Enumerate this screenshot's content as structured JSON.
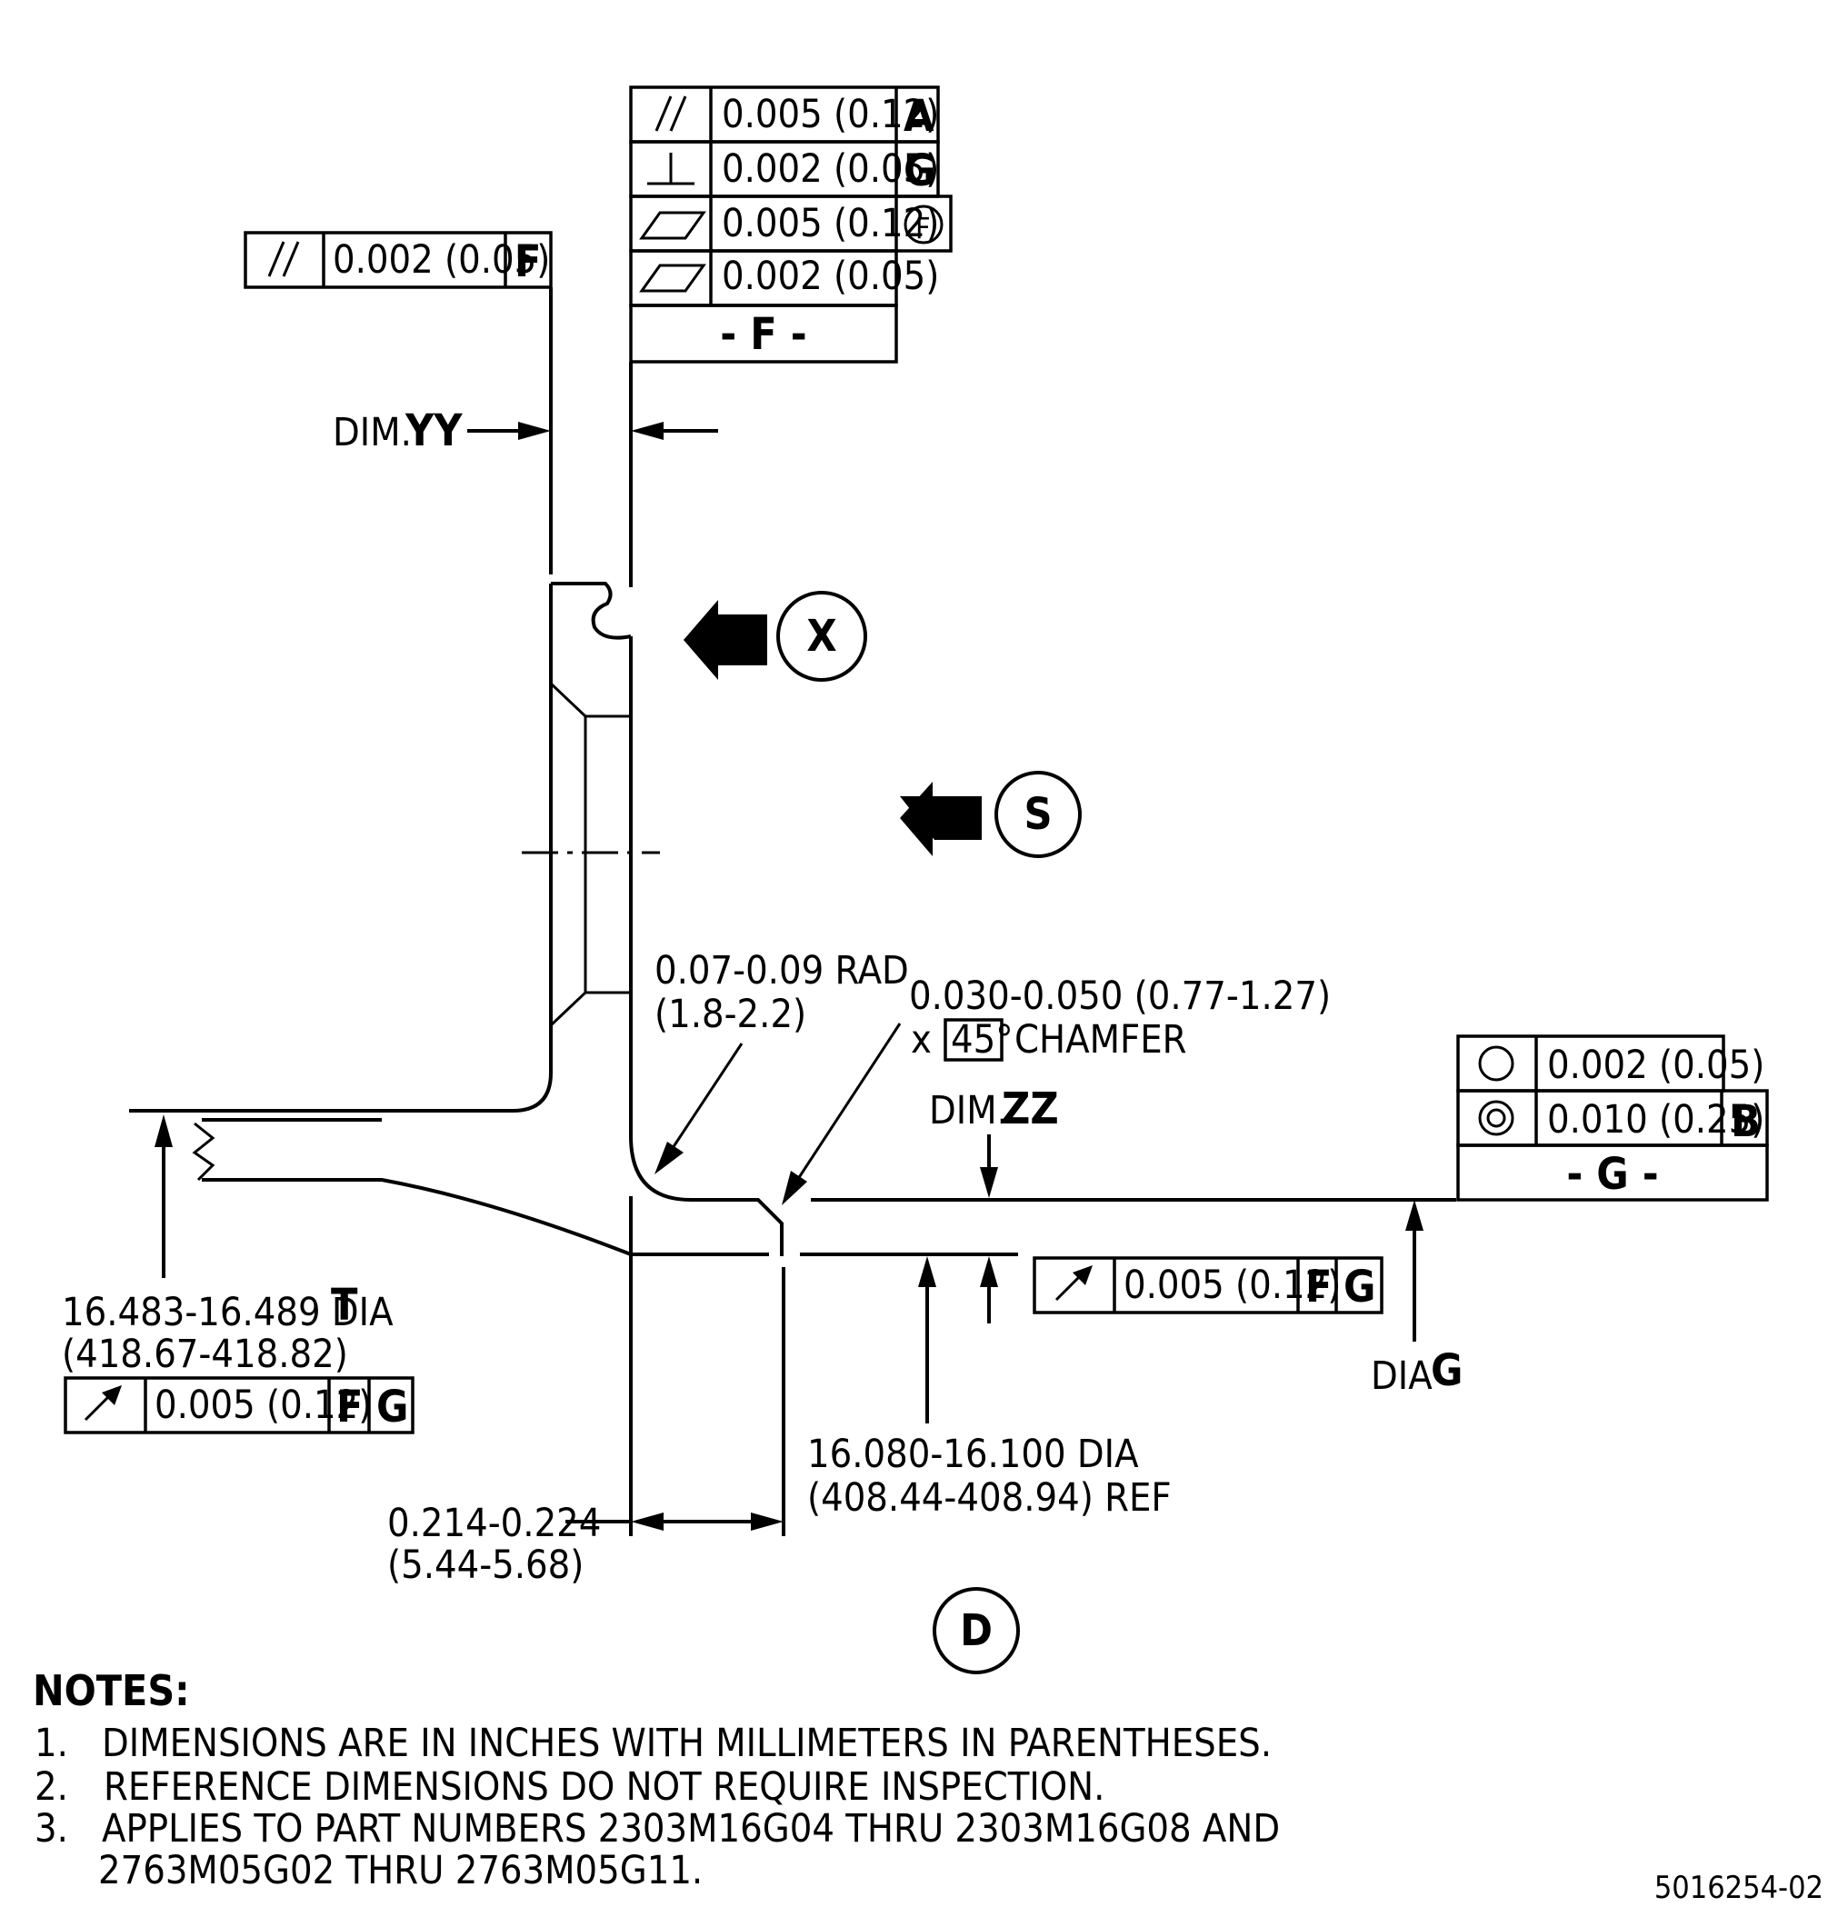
{
  "fcf_top": {
    "rows": [
      {
        "symbol": "parallelism-icon",
        "tolerance": "0.005 (0.12)",
        "datum": "A"
      },
      {
        "symbol": "perpendicularity-icon",
        "tolerance": "0.002 (0.05)",
        "datum": "G"
      },
      {
        "symbol": "flatness-icon",
        "tolerance": "0.005 (0.12)",
        "datum": "F",
        "datum_circled": true
      },
      {
        "symbol": "flatness-icon",
        "tolerance": "0.002 (0.05)",
        "datum": ""
      }
    ],
    "datum_label": "- F -"
  },
  "fcf_left_top": {
    "symbol": "parallelism-icon",
    "tolerance": "0.002 (0.05)",
    "datum": "F"
  },
  "dim_yy": {
    "prefix": "DIM.",
    "name": "YY"
  },
  "view_markers": {
    "x": "X",
    "s": "S",
    "d": "D"
  },
  "rad_note": {
    "line1": "0.07-0.09 RAD",
    "line2": "(1.8-2.2)"
  },
  "chamfer_note": {
    "line1": "0.030-0.050 (0.77-1.27)",
    "prefix": "x",
    "angle": "45°",
    "suffix": "CHAMFER"
  },
  "fcf_right": {
    "rows": [
      {
        "symbol": "circularity-icon",
        "tolerance": "0.002 (0.05)",
        "datum": ""
      },
      {
        "symbol": "concentricity-icon",
        "tolerance": "0.010 (0.25)",
        "datum": "B"
      }
    ],
    "datum_label": "- G -"
  },
  "dim_zz": {
    "prefix": "DIM.",
    "name": "ZZ"
  },
  "fcf_runout_mid": {
    "symbol": "runout-icon",
    "tolerance": "0.005 (0.12)",
    "datums": [
      "F",
      "G"
    ]
  },
  "dia_g": {
    "prefix": "DIA",
    "name": "G"
  },
  "dia_t": {
    "line1": "16.483-16.489 DIA",
    "name": "T",
    "line2": "(418.67-418.82)"
  },
  "fcf_runout_left": {
    "symbol": "runout-icon",
    "tolerance": "0.005 (0.12)",
    "datums": [
      "F",
      "G"
    ]
  },
  "dia_ref": {
    "line1": "16.080-16.100 DIA",
    "line2": "(408.44-408.94) REF"
  },
  "thickness": {
    "line1": "0.214-0.224",
    "line2": "(5.44-5.68)"
  },
  "notes": {
    "title": "NOTES:",
    "items": [
      {
        "num": "1.",
        "text": "DIMENSIONS ARE IN INCHES WITH MILLIMETERS IN PARENTHESES."
      },
      {
        "num": "2.",
        "text": "REFERENCE DIMENSIONS DO NOT REQUIRE INSPECTION."
      },
      {
        "num": "3.",
        "text": "APPLIES TO PART NUMBERS 2303M16G04 THRU 2303M16G08 AND"
      },
      {
        "num": "",
        "text": "2763M05G02 THRU 2763M05G11."
      }
    ]
  },
  "drawing_number": "5016254-02"
}
